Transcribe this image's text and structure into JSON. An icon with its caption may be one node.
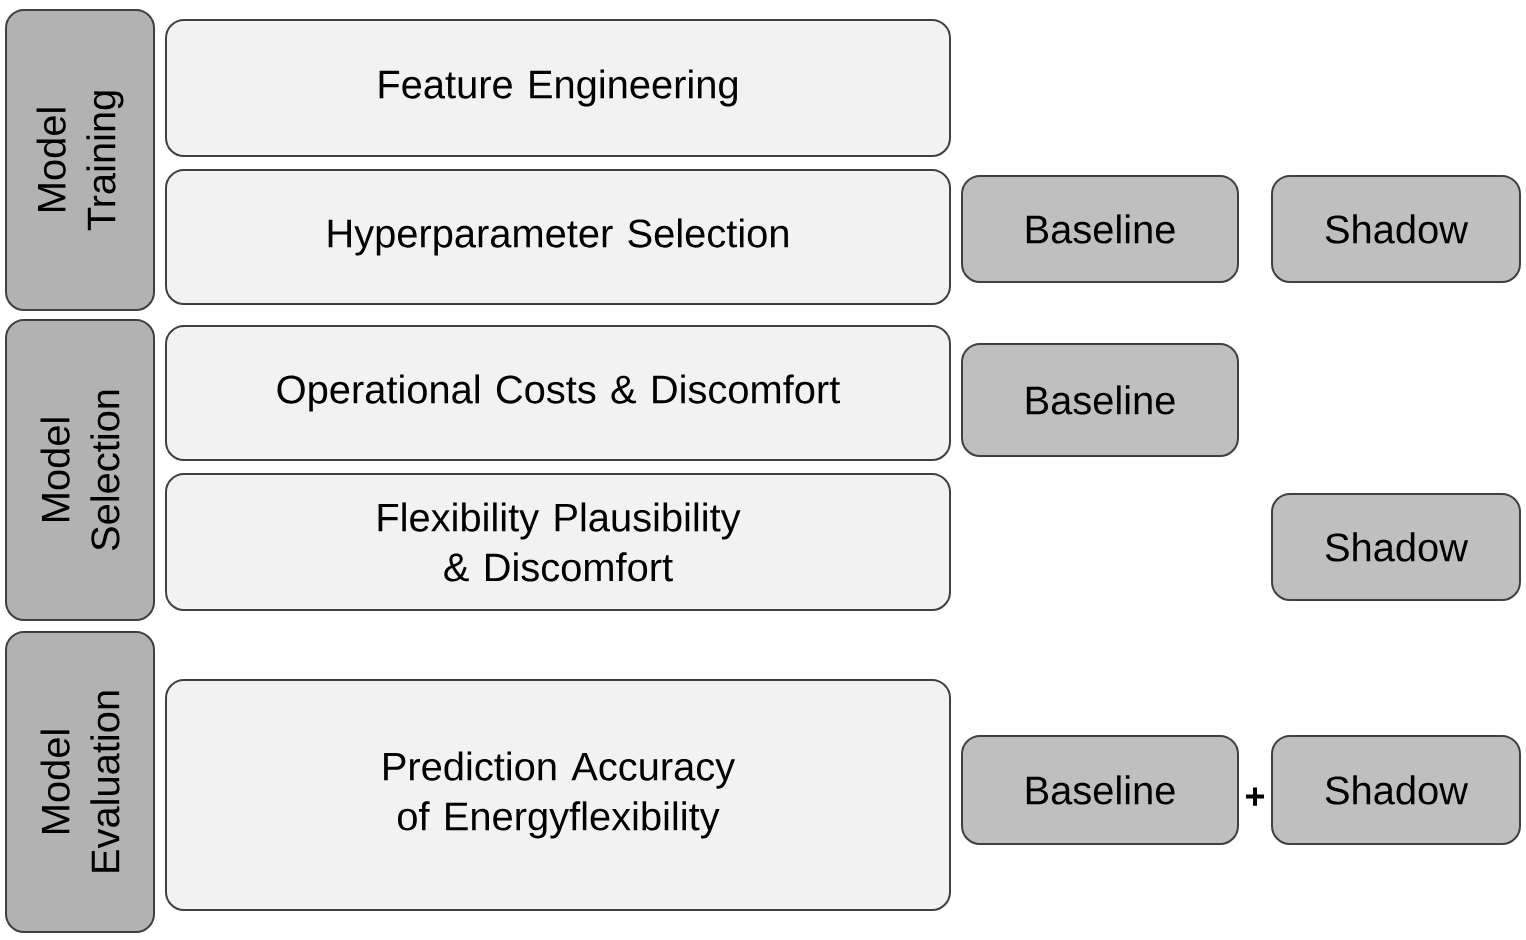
{
  "diagram": {
    "nodes": [
      {
        "text": [
          "Model Training"
        ]
      },
      {
        "text": [
          "Feature Engineering"
        ]
      },
      {
        "text": [
          "Hyperparameter Selection"
        ]
      },
      {
        "text": [
          "Baseline"
        ]
      },
      {
        "text": [
          "Shadow"
        ]
      },
      {
        "text": [
          "Model Selection"
        ]
      },
      {
        "text": [
          "Operational Costs & Discomfort"
        ]
      },
      {
        "text": [
          "Baseline"
        ]
      },
      {
        "text": [
          "Flexibility Plausibility & Discomfort"
        ]
      },
      {
        "text": [
          "Shadow"
        ]
      },
      {
        "text": [
          "Model Evaluation"
        ]
      },
      {
        "text": [
          "Prediction Accuracy of Energyflexibility"
        ]
      },
      {
        "text": [
          "Baseline"
        ]
      },
      {
        "text": [
          "Shadow"
        ]
      }
    ],
    "labels": [
      "+"
    ]
  }
}
